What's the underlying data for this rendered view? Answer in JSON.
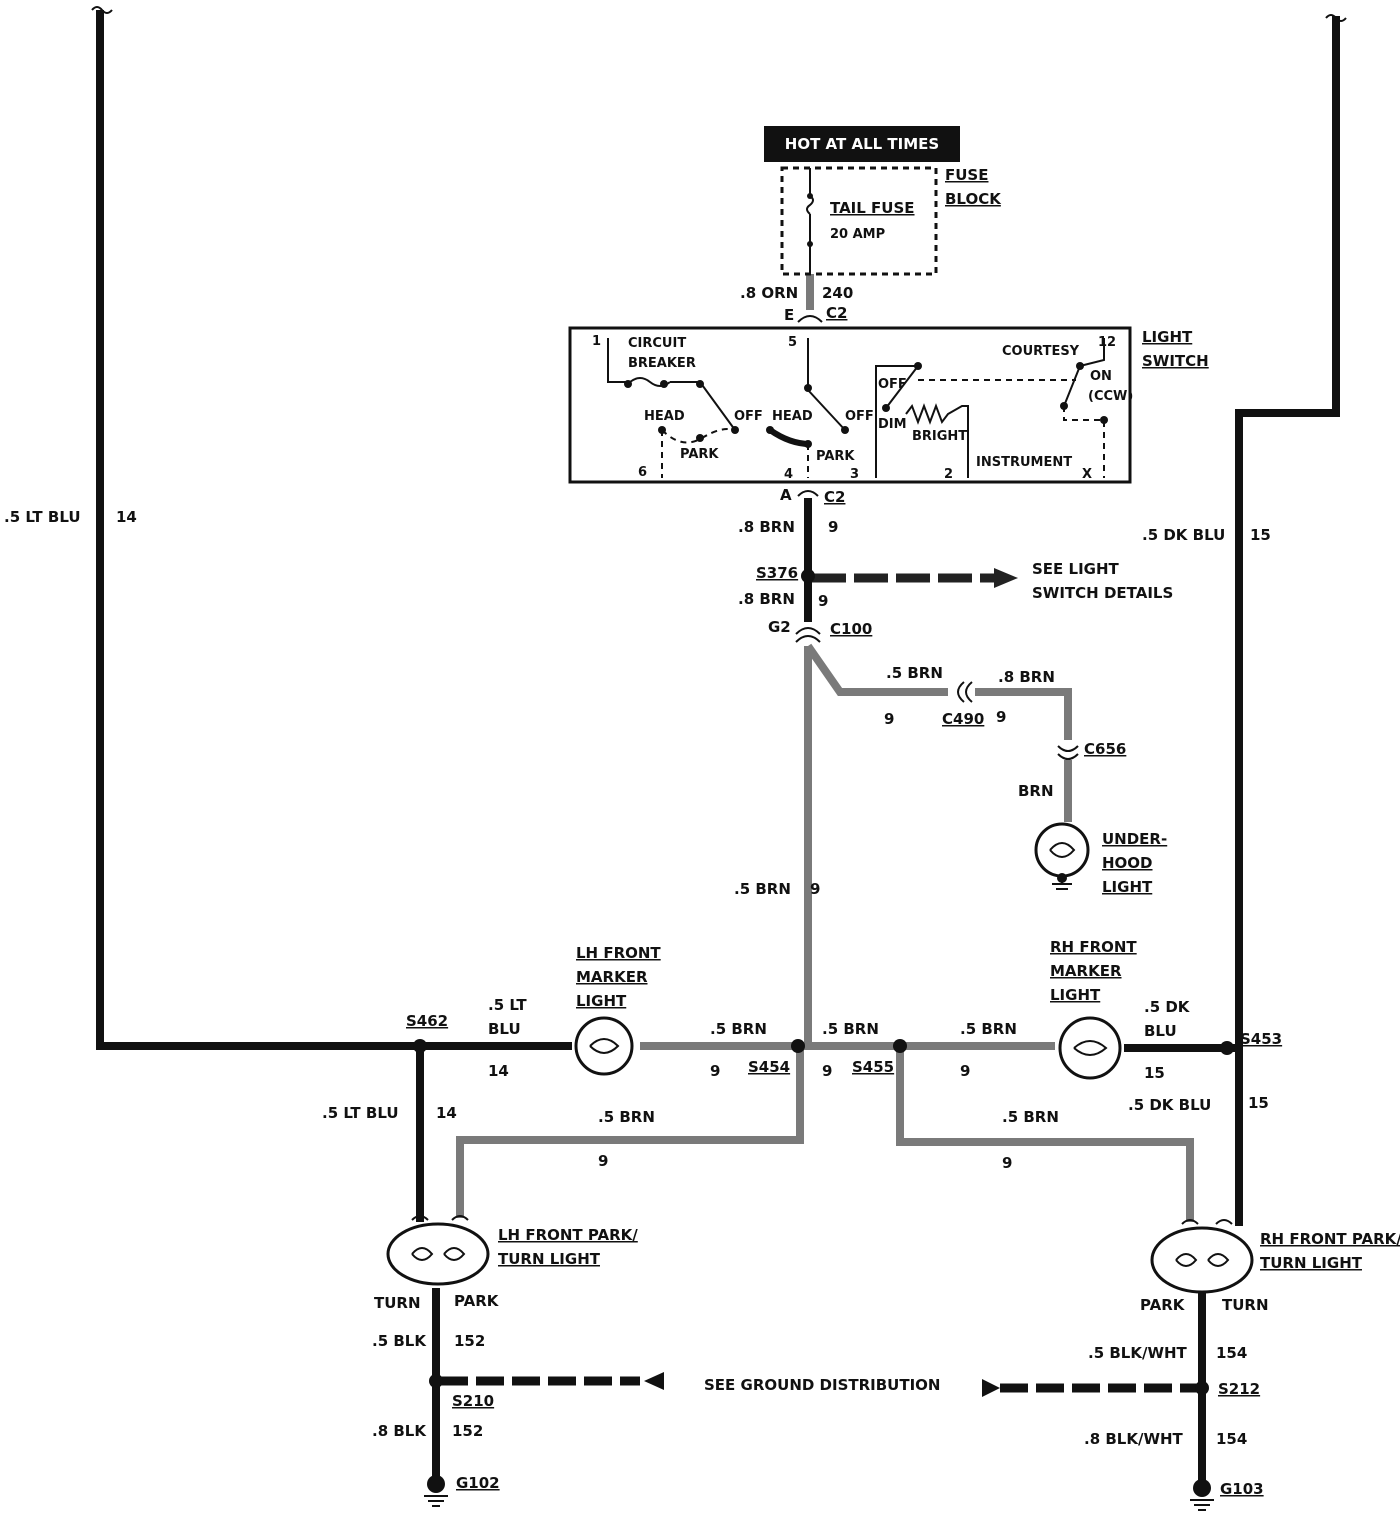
{
  "colors": {
    "ink": "#111111",
    "gray_wire": "#7a7a7a",
    "paper": "#ffffff"
  },
  "header": {
    "hot": "HOT AT ALL TIMES"
  },
  "fuse": {
    "block": [
      "FUSE",
      "BLOCK"
    ],
    "name": "TAIL FUSE",
    "rating": "20 AMP"
  },
  "wires": {
    "orn08": ".8 ORN",
    "c240": "240",
    "ltblu5": ".5 LT BLU",
    "c14": "14",
    "dkblu5": ".5 DK BLU",
    "c15": "15",
    "brn8": ".8 BRN",
    "brn5": ".5 BRN",
    "brn": "BRN",
    "c9": "9",
    "ltblu_a": ".5 LT",
    "ltblu_b": "BLU",
    "dk_a": ".5 DK",
    "dk_b": "BLU",
    "blk5": ".5 BLK",
    "blk8": ".8 BLK",
    "c152": "152",
    "blkwht5": ".5 BLK/WHT",
    "blkwht8": ".8 BLK/WHT",
    "c154": "154"
  },
  "connectors": {
    "e": "E",
    "a": "A",
    "c2": "C2",
    "g2": "G2",
    "c100": "C100",
    "c490": "C490",
    "c656": "C656"
  },
  "splices": {
    "s376": "S376",
    "s462": "S462",
    "s454": "S454",
    "s455": "S455",
    "s453": "S453",
    "s210": "S210",
    "s212": "S212"
  },
  "grounds": {
    "g102": "G102",
    "g103": "G103"
  },
  "switch": {
    "title": [
      "LIGHT",
      "SWITCH"
    ],
    "circuit_breaker": [
      "CIRCUIT",
      "BREAKER"
    ],
    "head": "HEAD",
    "off": "OFF",
    "park": "PARK",
    "dim": "DIM",
    "bright": "BRIGHT",
    "instrument": "INSTRUMENT",
    "courtesy": "COURTESY",
    "on": "ON",
    "ccw": "(CCW)",
    "pins": {
      "p1": "1",
      "p5": "5",
      "p12": "12",
      "p6": "6",
      "p4": "4",
      "p3": "3",
      "p2": "2",
      "px": "X"
    }
  },
  "notes": {
    "see_switch": [
      "SEE LIGHT",
      "SWITCH DETAILS"
    ],
    "see_ground": "SEE GROUND DISTRIBUTION"
  },
  "lights": {
    "underhood": [
      "UNDER-",
      "HOOD",
      "LIGHT"
    ],
    "lh_marker": [
      "LH FRONT",
      "MARKER",
      "LIGHT"
    ],
    "rh_marker": [
      "RH FRONT",
      "MARKER",
      "LIGHT"
    ],
    "lh_park": [
      "LH FRONT PARK/",
      "TURN LIGHT"
    ],
    "rh_park": [
      "RH FRONT PARK/",
      "TURN LIGHT"
    ],
    "turn": "TURN",
    "park": "PARK"
  }
}
